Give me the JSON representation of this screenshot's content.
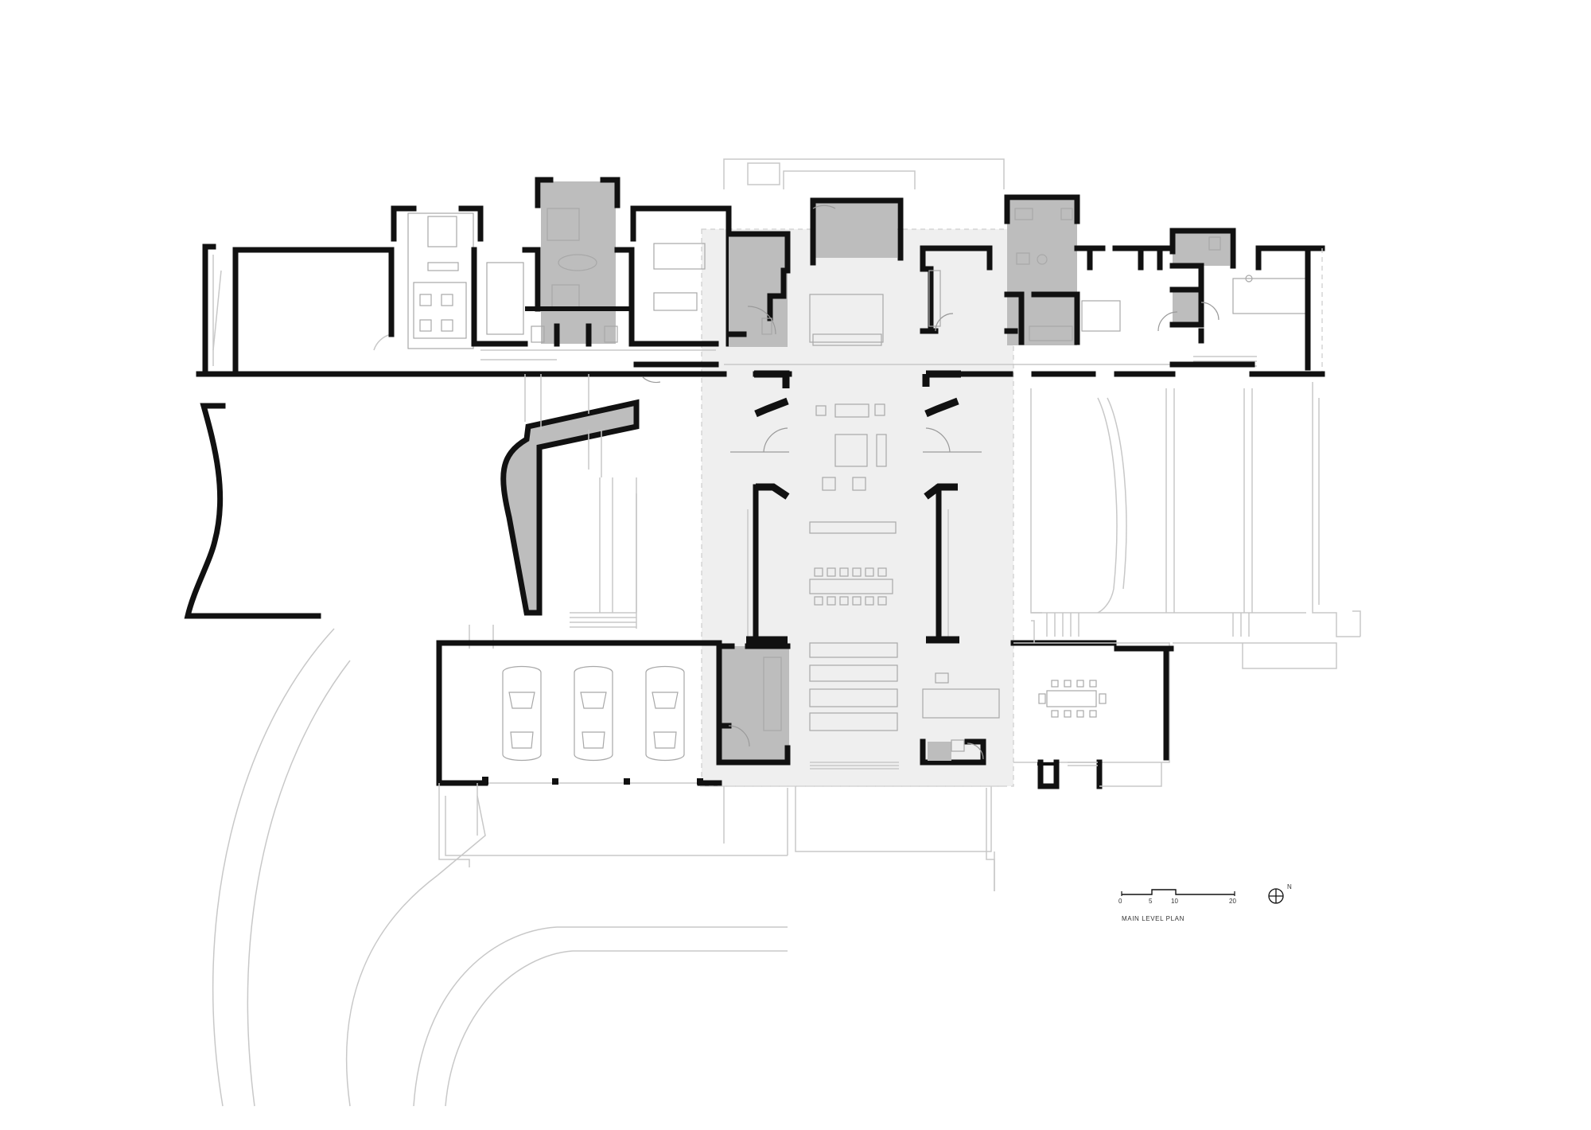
{
  "plan": {
    "caption": "MAIN LEVEL PLAN",
    "scale_labels": [
      "0",
      "5",
      "10",
      "20"
    ],
    "north_label": "N"
  },
  "colors": {
    "wall": "#111111",
    "shaded_room": "#bdbdbd",
    "spine_overlay": "#e9e9e9",
    "context_lines": "#c8c8c8"
  }
}
